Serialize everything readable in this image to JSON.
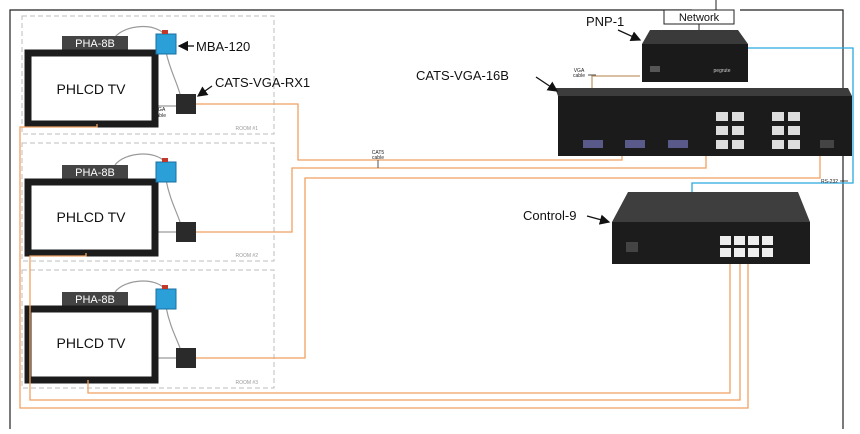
{
  "colors": {
    "frame": "#222222",
    "room_border": "#bdbdbd",
    "cat5": "#f0a060",
    "rs232": "#29a9e0",
    "vga": "#c49a6c",
    "cable": "#9a9a9a",
    "device_dark": "#202020",
    "mba": "#2a9fd8",
    "label_bg": "#444444"
  },
  "rooms": [
    {
      "room_label": "ROOM #1",
      "amp_label": "PHA-8B",
      "tv_label": "PHLCD TV"
    },
    {
      "room_label": "ROOM #2",
      "amp_label": "PHA-8B",
      "tv_label": "PHLCD TV"
    },
    {
      "room_label": "ROOM #3",
      "amp_label": "PHA-8B",
      "tv_label": "PHLCD TV"
    }
  ],
  "callouts": {
    "mba": "MBA-120",
    "receiver": "CATS-VGA-RX1",
    "switcher": "CATS-VGA-16B",
    "player": "PNP-1",
    "controller": "Control-9",
    "network": "Network"
  },
  "cable_labels": {
    "vga_room": [
      "VGA",
      "cable"
    ],
    "vga_switcher": [
      "VGA",
      "cable"
    ],
    "cat5": [
      "CAT5",
      "cable"
    ],
    "rs232": "RS-232"
  },
  "brand_text": "pegrute",
  "icons": {
    "mba": "speaker-box-icon",
    "receiver": "receiver-box-icon",
    "pointer": "arrow-pointer-icon"
  }
}
